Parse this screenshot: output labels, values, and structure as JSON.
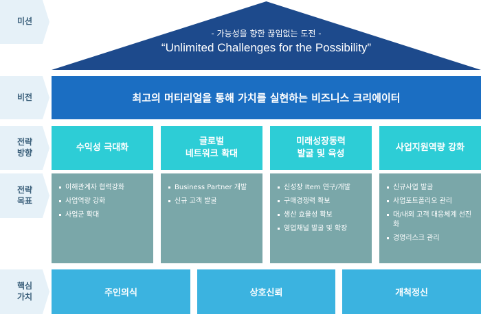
{
  "labels": {
    "mission": "미션",
    "vision": "비전",
    "strategy": "전략\n방향",
    "goals": "전략\n목표",
    "values": "핵심\n가치"
  },
  "mission": {
    "subtitle": "- 가능성을 향한 끊임없는 도전 -",
    "title": "“Unlimited Challenges for the Possibility”"
  },
  "vision": {
    "text": "최고의 머티리얼을 통해 가치를 실현하는 비즈니스 크리에이터"
  },
  "strategies": [
    {
      "label": "수익성  극대화"
    },
    {
      "label": "글로벌\n네트워크 확대"
    },
    {
      "label": "미래성장동력\n발굴 및 육성"
    },
    {
      "label": "사업지원역량 강화"
    }
  ],
  "goals": [
    {
      "items": [
        "이해관계자 협력강화",
        "사업역량 강화",
        "사업군 확대"
      ]
    },
    {
      "items": [
        "Business Partner 개발",
        "신규 고객 발굴"
      ]
    },
    {
      "items": [
        "신성장 Item 연구/개발",
        "구매경쟁력 확보",
        "생산 효율성 확보",
        "영업채널 발굴 및 확장"
      ]
    },
    {
      "items": [
        "신규사업 발굴",
        "사업포트폴리오 관리",
        "대/내외 고객 대응체계 선진화",
        "경영리스크 관리"
      ]
    }
  ],
  "values": [
    {
      "label": "주인의식"
    },
    {
      "label": "상호신뢰"
    },
    {
      "label": "개척정신"
    }
  ],
  "colors": {
    "label_bg": "#e6f1f8",
    "roof": "#1d4a8c",
    "vision": "#1b6ec2",
    "strategy": "#2dcdd6",
    "goal": "#7aa7a9",
    "value": "#3bb3e0"
  }
}
